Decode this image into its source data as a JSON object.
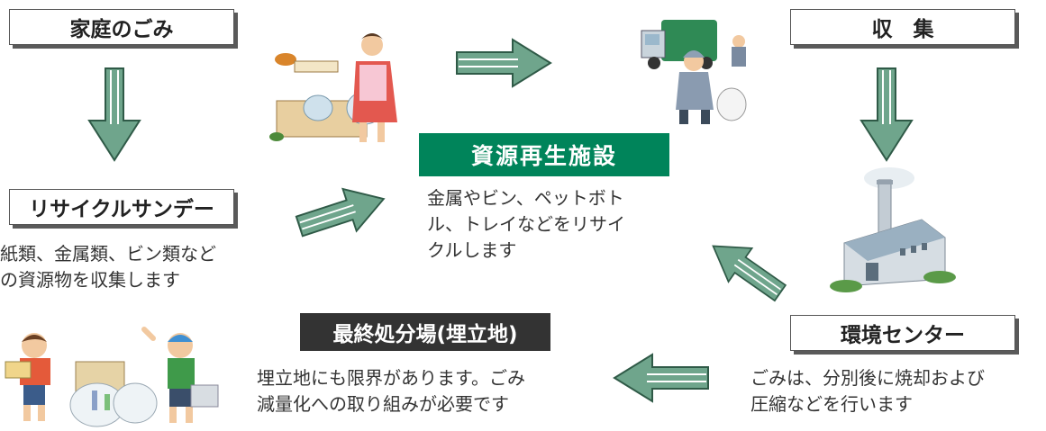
{
  "nodes": {
    "household": {
      "label": "家庭のごみ"
    },
    "collection": {
      "label": "収　集"
    },
    "recycle_sunday": {
      "label": "リサイクルサンデー",
      "desc_lines": [
        "紙類、金属類、ビン類など",
        "の資源物を収集します"
      ]
    },
    "resource_facility": {
      "label": "資源再生施設",
      "desc_lines": [
        "金属やビン、ペットボト",
        "ル、トレイなどをリサイ",
        "クルします"
      ]
    },
    "landfill": {
      "label": "最終処分場(埋立地)",
      "desc_lines": [
        "埋立地にも限界があります。ごみ",
        "減量化への取り組みが必要です"
      ]
    },
    "env_center": {
      "label": "環境センター",
      "desc_lines": [
        "ごみは、分別後に焼却および",
        "圧縮などを行います"
      ]
    }
  },
  "colors": {
    "arrow_fill": "#6fa58c",
    "arrow_stroke": "#2f5a47",
    "green_box": "#00845a",
    "dark_box": "#333333"
  }
}
